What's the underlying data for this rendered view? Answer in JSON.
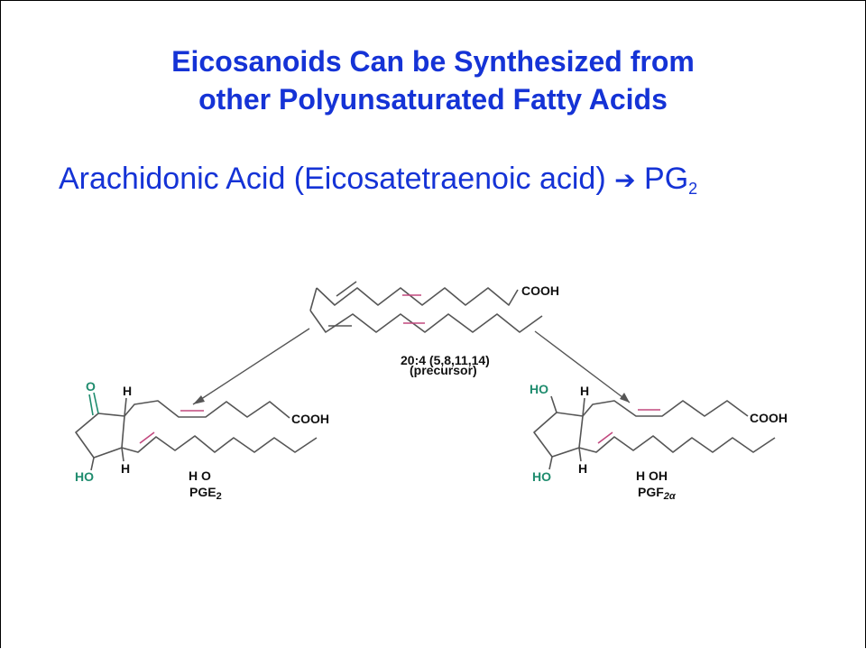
{
  "slide": {
    "title_line1": "Eicosanoids Can be Synthesized from",
    "title_line2": "other Polyunsaturated Fatty Acids",
    "subtitle_main": "Arachidonic Acid (Eicosatetraenoic acid)",
    "subtitle_arrow": "➔",
    "subtitle_product": "PG",
    "subtitle_sub": "2"
  },
  "diagram": {
    "precursor": {
      "cooh": "COOH",
      "label_line1": "20:4 (5,8,11,14)",
      "label_line2": "(precursor)"
    },
    "pge2": {
      "oxo": "O",
      "h_top": "H",
      "h_bottom": "H",
      "ho": "HO",
      "cooh": "COOH",
      "h_o": "H O",
      "name": "PGE",
      "name_sub": "2"
    },
    "pgf2a": {
      "ho_top": "HO",
      "h_top": "H",
      "h_bottom": "H",
      "ho_bottom": "HO",
      "cooh": "COOH",
      "h_oh": "H OH",
      "name": "PGF",
      "name_sub": "2α"
    },
    "colors": {
      "title": "#1533d6",
      "double_bond": "#c2487f",
      "oxygen_groups": "#1f8c6e",
      "bonds": "#555555"
    }
  }
}
